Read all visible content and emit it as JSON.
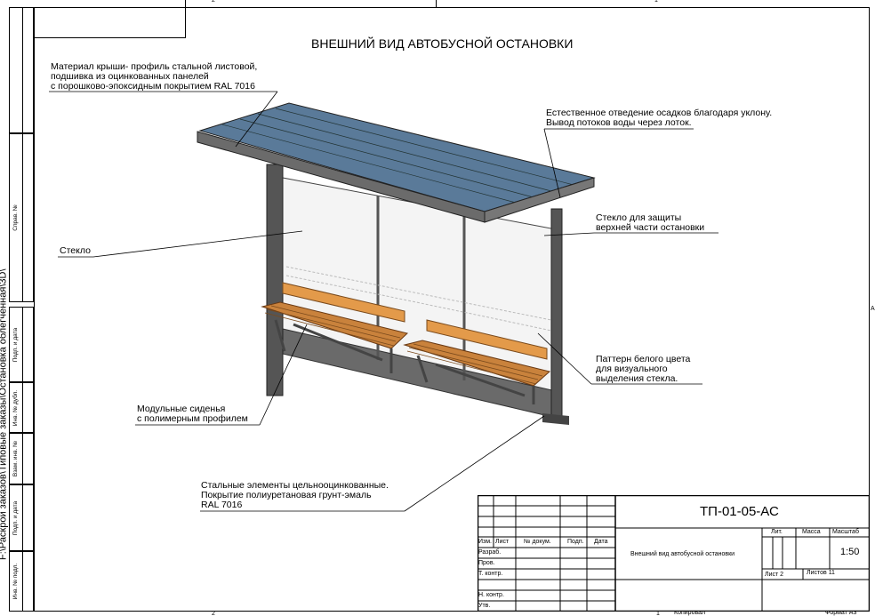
{
  "drawing_title": "ВНЕШНИЙ ВИД АВТОБУСНОЙ ОСТАНОВКИ",
  "file_path": "F:\\Раскрой заказов\\Типовые заказы\\Остановка облегченная\\3D\\",
  "zone_markers": {
    "top_left": "2",
    "top_right": "1",
    "right": "A",
    "bottom_left": "2",
    "bottom_right": "1"
  },
  "callouts": {
    "roof": [
      "Материал крыши- профиль стальной листовой,",
      "подшивка из оцинкованных панелей",
      "с порошково-эпоксидным покрытием RAL 7016"
    ],
    "drainage": [
      "Естественное отведение осадков благодаря уклону.",
      "Вывод потоков воды через лоток."
    ],
    "glass": "Стекло",
    "top_glass": [
      "Стекло для защиты",
      "верхней части остановки"
    ],
    "pattern": [
      "Паттерн белого цвета",
      "для визуального",
      "выделения стекла."
    ],
    "seats": [
      "Модульные сиденья",
      "с полимерным профилем"
    ],
    "steel": [
      "Стальные элементы цельнооцинкованные.",
      "Покрытие полиуретановая грунт-эмаль",
      "RAL 7016"
    ]
  },
  "side_stamp": [
    "Справ. №",
    "Подп. и дата",
    "Инв. № дубл.",
    "Взам. инв. №",
    "Подп. и дата",
    "Инв. № подл."
  ],
  "title_block": {
    "code": "ТП-01-05-АС",
    "headers": [
      "Изм.",
      "Лист",
      "№ докум.",
      "Подп.",
      "Дата"
    ],
    "roles": [
      "Разраб.",
      "Пров.",
      "Т. контр.",
      "",
      "Н. контр.",
      "Утв."
    ],
    "name": "Внешний вид автобусной остановки",
    "lit_label": "Лит.",
    "mass_label": "Масса",
    "scale_label": "Масштаб",
    "scale": "1:50",
    "sheet": "Лист 2",
    "sheets": "Листов 11"
  },
  "footer": {
    "copied": "Копировал",
    "format": "Формат А3"
  },
  "colors": {
    "roof": "#5a7a99",
    "frame": "#4a4a4a",
    "wood": "#e39a4a",
    "glass": "#f2f2f2"
  }
}
